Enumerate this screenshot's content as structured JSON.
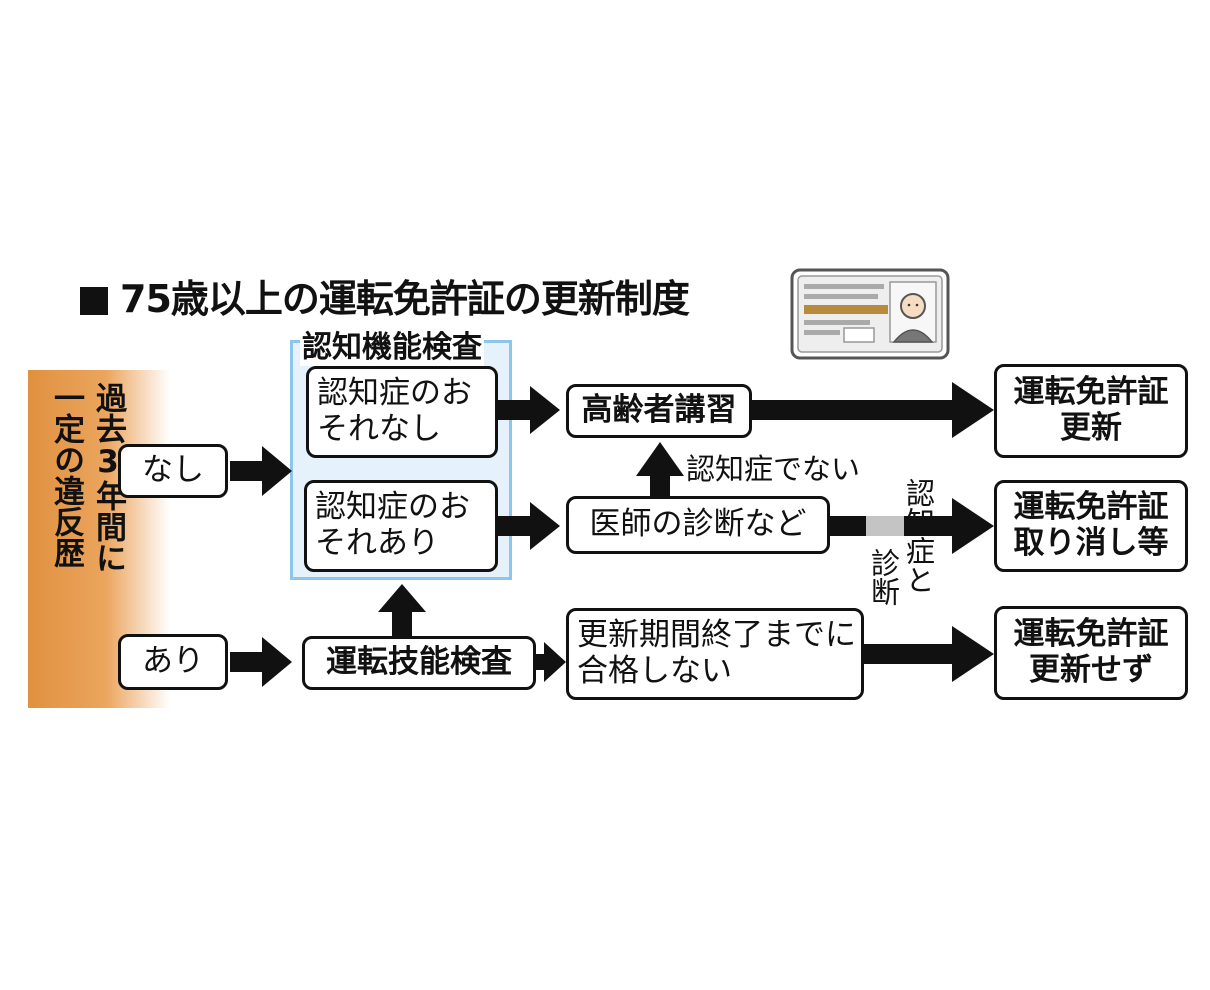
{
  "title": "75歳以上の運転免許証の更新制度",
  "history": {
    "label_top": "過去3年間に",
    "label_bottom": "一定の違反歴",
    "none": "なし",
    "exists": "あり"
  },
  "cognitive_test": {
    "label": "認知機能検査",
    "no_risk": "認知症のおそれなし",
    "risk": "認知症のおそれあり"
  },
  "driving_test": "運転技能検査",
  "elderly_course": "高齢者講習",
  "doctor_diagnosis": "医師の診断など",
  "not_passed": "更新期間終了までに合格しない",
  "not_dementia": "認知症でない",
  "diagnosed_dementia_a": "認知症と",
  "diagnosed_dementia_b": "診断",
  "outcomes": {
    "renewed": "運転免許証更新",
    "revoked": "運転免許証取り消し等",
    "not_renewed": "運転免許証更新せず"
  },
  "icons": [
    "license-card-icon"
  ],
  "colors": {
    "accent_orange": "#e0913f",
    "cognitive_blue": "#8cc6ea"
  }
}
